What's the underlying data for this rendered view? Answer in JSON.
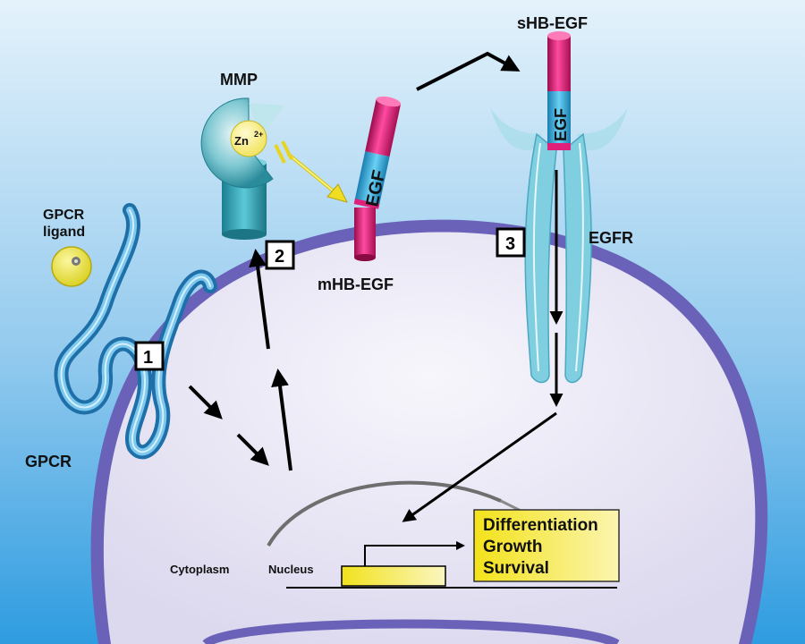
{
  "labels": {
    "mmp": "MMP",
    "zn": "Zn",
    "zn_charge": "2+",
    "gpcr_ligand_line1": "GPCR",
    "gpcr_ligand_line2": "ligand",
    "gpcr": "GPCR",
    "mhb_egf": "mHB-EGF",
    "shb_egf": "sHB-EGF",
    "egf_membrane": "EGF",
    "egf_soluble": "EGF",
    "egfr": "EGFR",
    "cytoplasm": "Cytoplasm",
    "nucleus": "Nucleus"
  },
  "steps": [
    "1",
    "2",
    "3"
  ],
  "outcomes": [
    "Differentiation",
    "Growth",
    "Survival"
  ],
  "colors": {
    "background_top": "#cfe8f8",
    "background_bottom": "#2f9fe0",
    "cell_fill": "#ece9f6",
    "membrane": "#6a62b8",
    "receptor": "#3a9fd0",
    "egf_magenta": "#e0207a",
    "egf_blue": "#3bb0e0",
    "outcome_box": "#f4e31c",
    "ligand": "#e8e02a"
  }
}
